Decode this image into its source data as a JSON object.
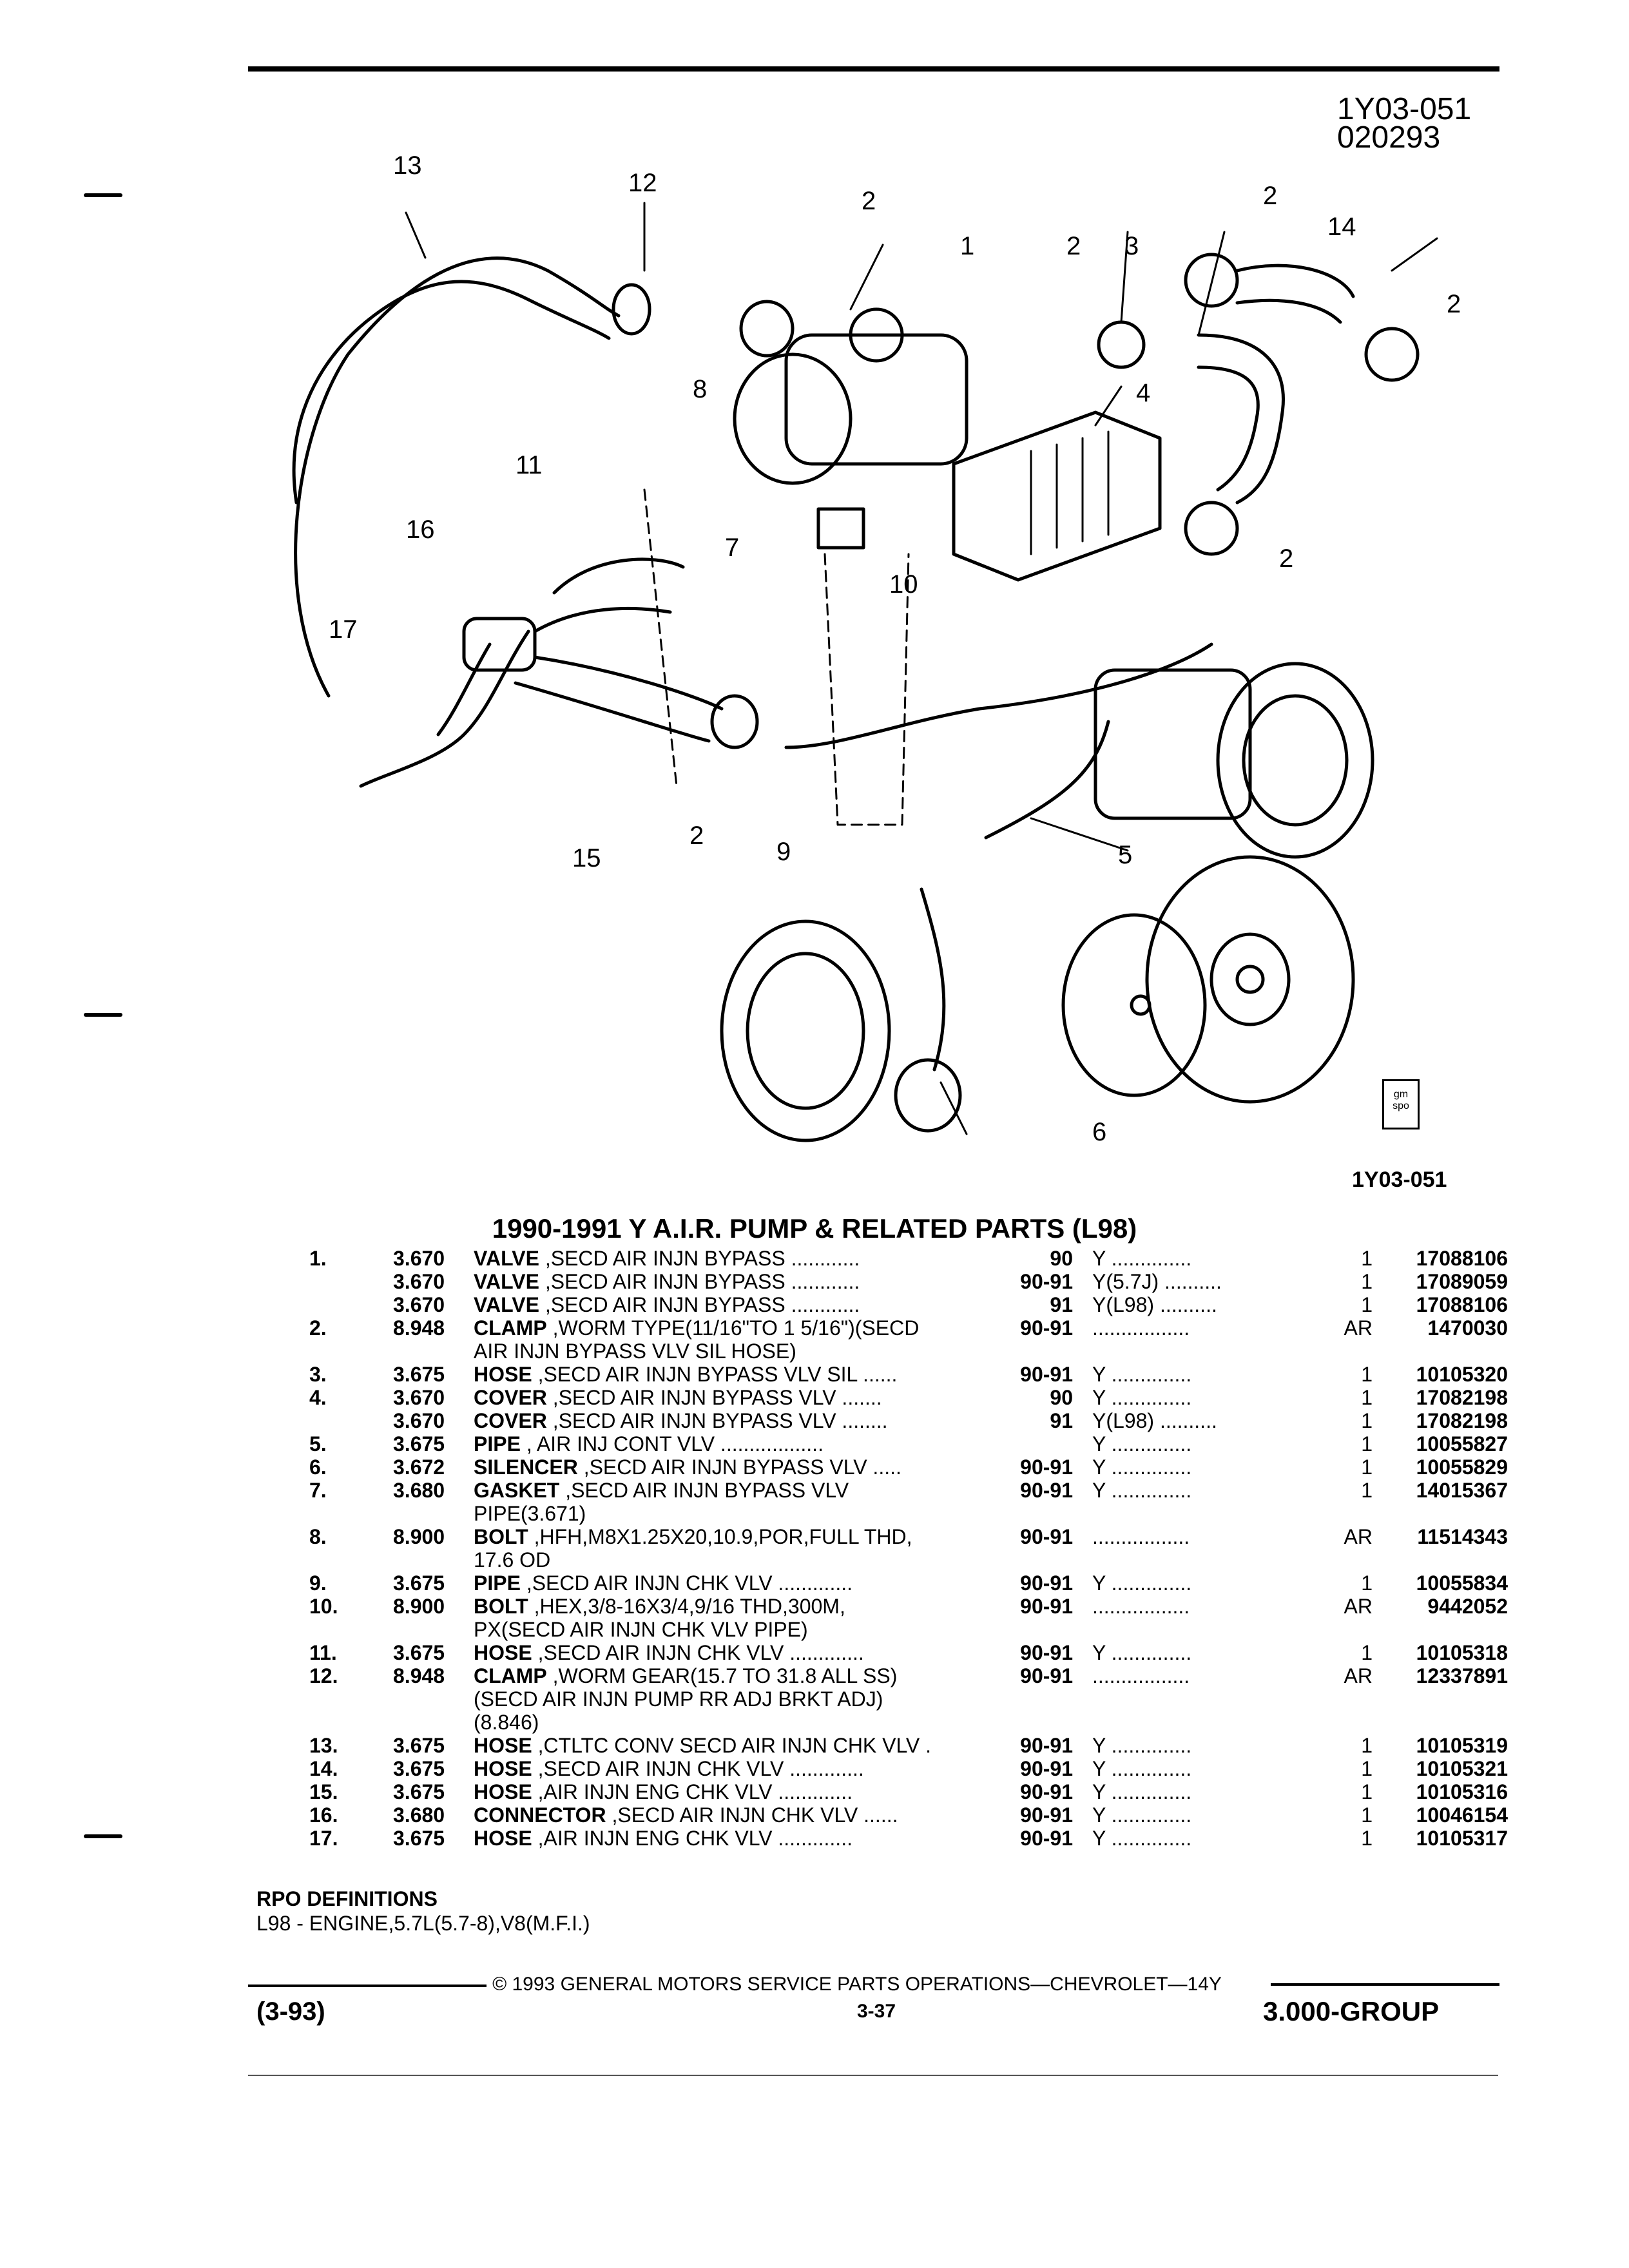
{
  "figure": {
    "code": "1Y03-051",
    "date": "020293",
    "caption_code": "1Y03-051",
    "callouts": [
      "1",
      "2",
      "3",
      "4",
      "5",
      "6",
      "7",
      "8",
      "9",
      "10",
      "11",
      "12",
      "13",
      "14",
      "15",
      "16",
      "17"
    ],
    "badge": "gm spo"
  },
  "title": "1990-1991 Y A.I.R. PUMP & RELATED PARTS (L98)",
  "parts": [
    {
      "no": "1.",
      "grp": "3.670",
      "name": "VALVE",
      "desc": " ,SECD AIR INJN BYPASS",
      "dots": " ............",
      "yr": "90",
      "opt": "Y ..............",
      "qty": "1",
      "pn": "17088106"
    },
    {
      "no": "",
      "grp": "3.670",
      "name": "VALVE",
      "desc": " ,SECD AIR INJN BYPASS",
      "dots": " ............",
      "yr": "90-91",
      "opt": "Y(5.7J) ..........",
      "qty": "1",
      "pn": "17089059"
    },
    {
      "no": "",
      "grp": "3.670",
      "name": "VALVE",
      "desc": " ,SECD AIR INJN BYPASS",
      "dots": " ............",
      "yr": "91",
      "opt": "Y(L98) ..........",
      "qty": "1",
      "pn": "17088106"
    },
    {
      "no": "2.",
      "grp": "8.948",
      "name": "CLAMP",
      "desc": " ,WORM TYPE(11/16\"TO 1 5/16\")(SECD",
      "dots": "",
      "yr": "90-91",
      "opt": "  .................",
      "qty": "AR",
      "pn": "1470030",
      "cont": "AIR INJN BYPASS VLV SIL HOSE)"
    },
    {
      "no": "3.",
      "grp": "3.675",
      "name": "HOSE",
      "desc": " ,SECD AIR INJN BYPASS VLV SIL",
      "dots": " ......",
      "yr": "90-91",
      "opt": "Y ..............",
      "qty": "1",
      "pn": "10105320"
    },
    {
      "no": "4.",
      "grp": "3.670",
      "name": "COVER",
      "desc": " ,SECD AIR INJN BYPASS VLV",
      "dots": " .......",
      "yr": "90",
      "opt": "Y ..............",
      "qty": "1",
      "pn": "17082198"
    },
    {
      "no": "",
      "grp": "3.670",
      "name": "COVER",
      "desc": " ,SECD AIR INJN BYPASS VLV",
      "dots": " ........",
      "yr": "91",
      "opt": "Y(L98) ..........",
      "qty": "1",
      "pn": "17082198"
    },
    {
      "no": "5.",
      "grp": "3.675",
      "name": "PIPE",
      "desc": " , AIR INJ CONT VLV",
      "dots": " ..................",
      "yr": "",
      "opt": "Y ..............",
      "qty": "1",
      "pn": "10055827"
    },
    {
      "no": "6.",
      "grp": "3.672",
      "name": "SILENCER",
      "desc": " ,SECD AIR INJN BYPASS VLV",
      "dots": " .....",
      "yr": "90-91",
      "opt": "Y ..............",
      "qty": "1",
      "pn": "10055829"
    },
    {
      "no": "7.",
      "grp": "3.680",
      "name": "GASKET",
      "desc": " ,SECD AIR INJN BYPASS VLV",
      "dots": "",
      "yr": "90-91",
      "opt": "Y ..............",
      "qty": "1",
      "pn": "14015367",
      "cont": "PIPE(3.671)"
    },
    {
      "no": "8.",
      "grp": "8.900",
      "name": "BOLT",
      "desc": " ,HFH,M8X1.25X20,10.9,POR,FULL THD,",
      "dots": "",
      "yr": "90-91",
      "opt": "  .................",
      "qty": "AR",
      "pn": "11514343",
      "cont": "17.6 OD"
    },
    {
      "no": "9.",
      "grp": "3.675",
      "name": "PIPE",
      "desc": " ,SECD AIR INJN CHK VLV",
      "dots": " .............",
      "yr": "90-91",
      "opt": "Y ..............",
      "qty": "1",
      "pn": "10055834"
    },
    {
      "no": "10.",
      "grp": "8.900",
      "name": "BOLT",
      "desc": " ,HEX,3/8-16X3/4,9/16 THD,300M,",
      "dots": "",
      "yr": "90-91",
      "opt": "  .................",
      "qty": "AR",
      "pn": "9442052",
      "cont": "PX(SECD AIR INJN CHK VLV PIPE)"
    },
    {
      "no": "11.",
      "grp": "3.675",
      "name": "HOSE",
      "desc": " ,SECD AIR INJN CHK VLV",
      "dots": " .............",
      "yr": "90-91",
      "opt": "Y ..............",
      "qty": "1",
      "pn": "10105318"
    },
    {
      "no": "12.",
      "grp": "8.948",
      "name": "CLAMP",
      "desc": " ,WORM GEAR(15.7 TO 31.8 ALL SS)",
      "dots": "",
      "yr": "90-91",
      "opt": "  .................",
      "qty": "AR",
      "pn": "12337891",
      "cont": "(SECD AIR INJN PUMP RR ADJ BRKT ADJ)",
      "cont2": "(8.846)"
    },
    {
      "no": "13.",
      "grp": "3.675",
      "name": "HOSE",
      "desc": " ,CTLTC CONV SECD AIR INJN CHK VLV",
      "dots": " .",
      "yr": "90-91",
      "opt": "Y ..............",
      "qty": "1",
      "pn": "10105319"
    },
    {
      "no": "14.",
      "grp": "3.675",
      "name": "HOSE",
      "desc": " ,SECD AIR INJN CHK VLV",
      "dots": " .............",
      "yr": "90-91",
      "opt": "Y ..............",
      "qty": "1",
      "pn": "10105321"
    },
    {
      "no": "15.",
      "grp": "3.675",
      "name": "HOSE",
      "desc": " ,AIR INJN ENG CHK VLV",
      "dots": " .............",
      "yr": "90-91",
      "opt": "Y ..............",
      "qty": "1",
      "pn": "10105316"
    },
    {
      "no": "16.",
      "grp": "3.680",
      "name": "CONNECTOR",
      "desc": " ,SECD AIR INJN CHK VLV",
      "dots": " ......",
      "yr": "90-91",
      "opt": "Y ..............",
      "qty": "1",
      "pn": "10046154"
    },
    {
      "no": "17.",
      "grp": "3.675",
      "name": "HOSE",
      "desc": " ,AIR INJN ENG CHK VLV",
      "dots": " .............",
      "yr": "90-91",
      "opt": "Y ..............",
      "qty": "1",
      "pn": "10105317"
    }
  ],
  "rpo": {
    "heading": "RPO DEFINITIONS",
    "line": "L98 - ENGINE,5.7L(5.7-8),V8(M.F.I.)"
  },
  "footer": {
    "left": "(3-93)",
    "center": "© 1993 GENERAL MOTORS SERVICE PARTS OPERATIONS—CHEVROLET—14Y",
    "page": "3-37",
    "right": "3.000-GROUP"
  }
}
